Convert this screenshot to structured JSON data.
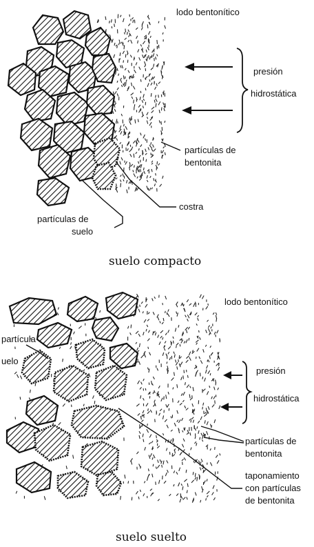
{
  "top_panel": {
    "title_label": "lodo bentonítico",
    "pressure_line1": "presión",
    "pressure_line2": "hidrostática",
    "bentonite_line1": "partículas de",
    "bentonite_line2": "bentonita",
    "crust_label": "costra",
    "soil_line1": "partículas de",
    "soil_line2": "suelo",
    "caption": "suelo compacto"
  },
  "bottom_panel": {
    "title_label": "lodo bentonítico",
    "soil_line1": "partícula",
    "soil_line2": "uelo",
    "pressure_line1": "presión",
    "pressure_line2": "hidrostática",
    "bentonite_line1": "partículas de",
    "bentonite_line2": "bentonita",
    "plug_line1": "taponamiento",
    "plug_line2": "con partículas",
    "plug_line3": "de bentonita",
    "caption": "suelo suelto"
  }
}
